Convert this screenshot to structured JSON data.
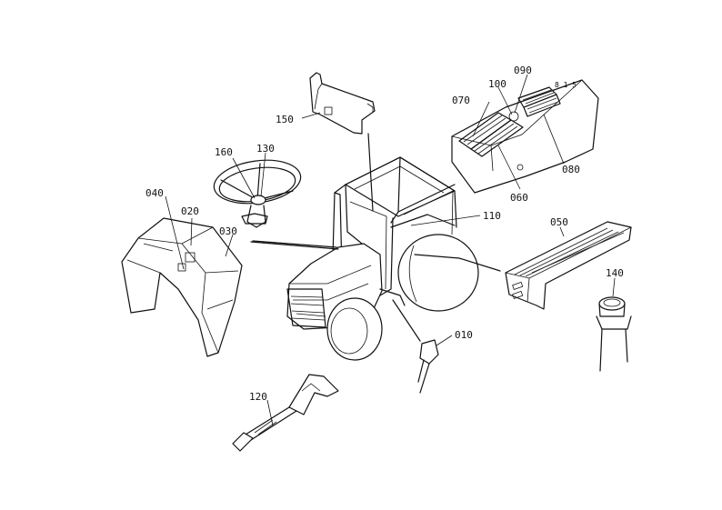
{
  "callouts": {
    "c010": "010",
    "c020": "020",
    "c030": "030",
    "c040": "040",
    "c050": "050",
    "c060": "060",
    "c070": "070",
    "c080": "080",
    "c090": "090",
    "c100": "100",
    "c110": "110",
    "c120": "120",
    "c130": "130",
    "c140": "140",
    "c150": "150",
    "c160": "160"
  }
}
